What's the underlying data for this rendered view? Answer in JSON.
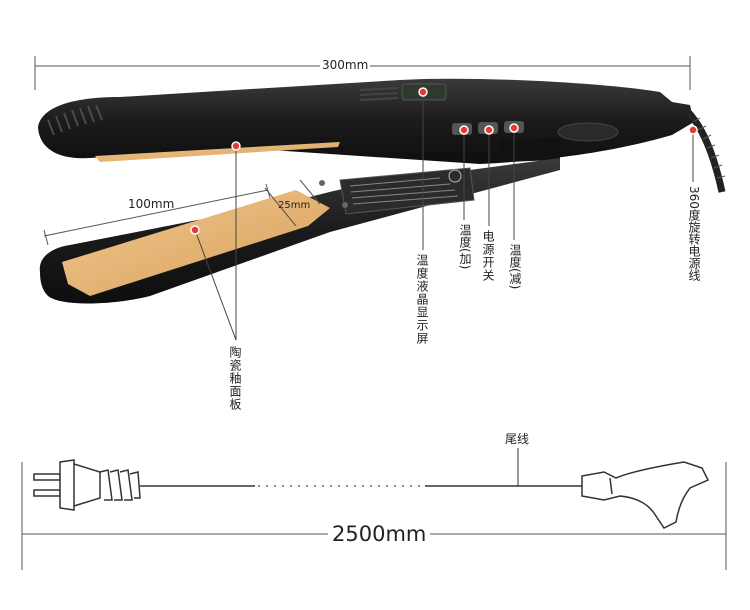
{
  "dimensions": {
    "overall_length": "300mm",
    "plate_length": "100mm",
    "plate_width": "25mm",
    "cord_length": "2500mm"
  },
  "callouts": {
    "lcd_display": "温度液晶显示屏",
    "temp_up": "温度(加)",
    "power_switch": "电源开关",
    "temp_down": "温度(减)",
    "swivel_cord": "360度旋转电源线",
    "ceramic_plate": "陶瓷釉面板",
    "tail_cord": "尾线"
  },
  "colors": {
    "body": "#1b1b1b",
    "plate": "#e8b471",
    "marker": "#e53935",
    "line": "#555555"
  },
  "icons": [
    "plug-icon",
    "connector-icon"
  ]
}
